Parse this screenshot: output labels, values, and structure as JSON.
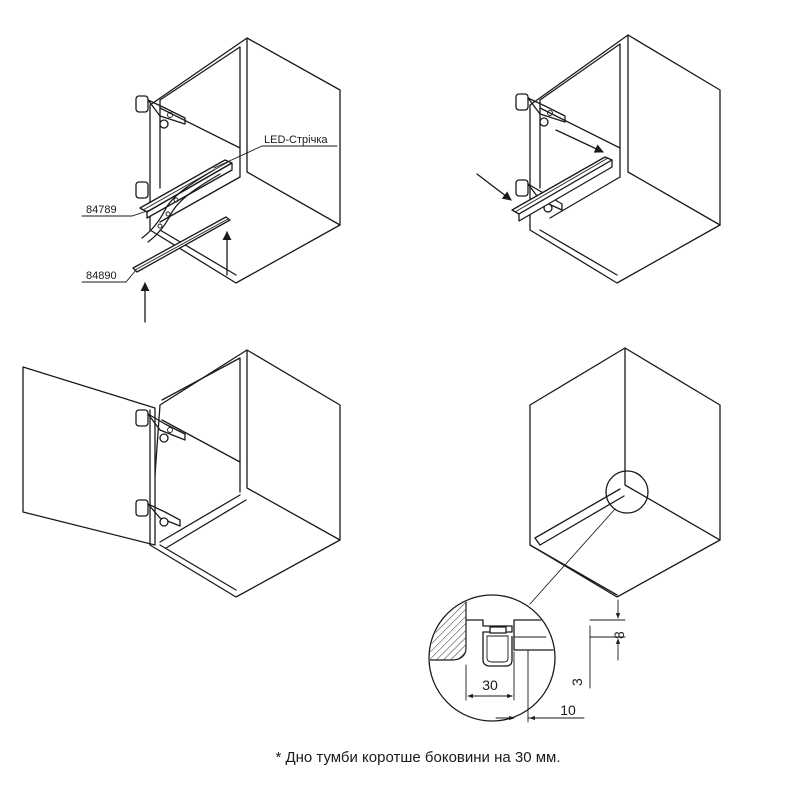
{
  "labels": {
    "led_strip": "LED-Стрічка",
    "part_a": "84789",
    "part_b": "84890"
  },
  "dimensions": {
    "width_30": "30",
    "height_8": "8",
    "height_3": "3",
    "width_10": "10"
  },
  "footnote": "* Дно тумби коротше боковини на 30 мм."
}
